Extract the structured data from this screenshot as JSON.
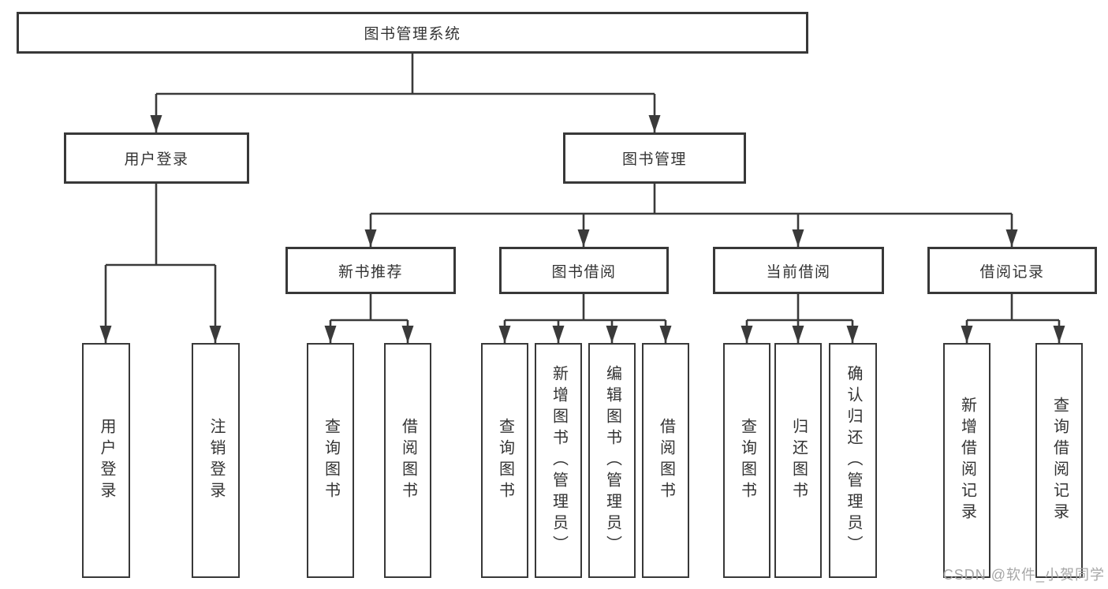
{
  "diagram": {
    "tree": {
      "label": "图书管理系统",
      "children": [
        {
          "label": "用户登录",
          "children": [
            {
              "label": "用户登录"
            },
            {
              "label": "注销登录"
            }
          ]
        },
        {
          "label": "图书管理",
          "children": [
            {
              "label": "新书推荐",
              "children": [
                {
                  "label": "查询图书"
                },
                {
                  "label": "借阅图书"
                }
              ]
            },
            {
              "label": "图书借阅",
              "children": [
                {
                  "label": "查询图书"
                },
                {
                  "label": "新增图书（管理员）"
                },
                {
                  "label": "编辑图书（管理员）"
                },
                {
                  "label": "借阅图书"
                }
              ]
            },
            {
              "label": "当前借阅",
              "children": [
                {
                  "label": "查询图书"
                },
                {
                  "label": "归还图书"
                },
                {
                  "label": "确认归还（管理员）"
                }
              ]
            },
            {
              "label": "借阅记录",
              "children": [
                {
                  "label": "新增借阅记录"
                },
                {
                  "label": "查询借阅记录"
                }
              ]
            }
          ]
        }
      ]
    },
    "watermark": "CSDN @软件_小贺同学",
    "colors": {
      "line": "#3a3a3a",
      "border": "#383838",
      "text": "#333333",
      "watermark": "#a6a6a6",
      "background": "#ffffff"
    }
  }
}
